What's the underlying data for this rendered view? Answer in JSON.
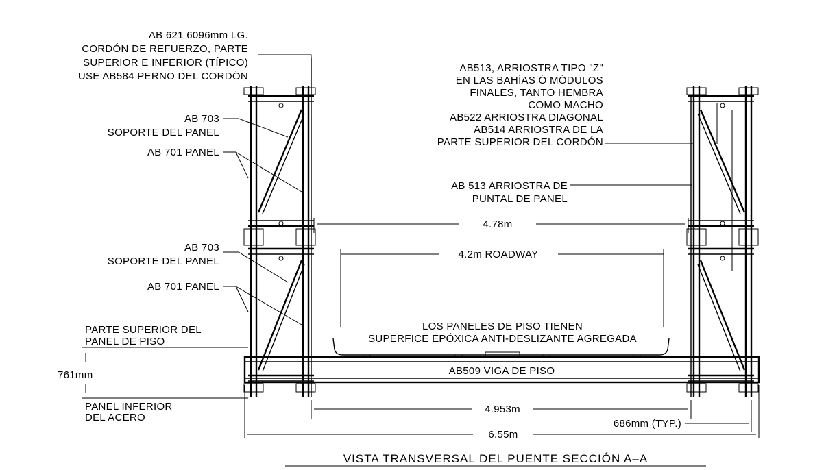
{
  "labels": {
    "ab621": [
      "AB 621 6096mm LG.",
      "CORDÓN DE REFUERZO, PARTE",
      "SUPERIOR E INFERIOR (TÍPICO)",
      "USE AB584 PERNO DEL CORDÓN"
    ],
    "ab703_top": [
      "AB 703",
      "SOPORTE DEL PANEL"
    ],
    "ab701_top": [
      "AB 701 PANEL"
    ],
    "ab703_bottom": [
      "AB 703",
      "SOPORTE DEL PANEL"
    ],
    "ab701_bottom": [
      "AB 701 PANEL"
    ],
    "deck_top": [
      "PARTE SUPERIOR DEL",
      "PANEL DE PISO"
    ],
    "deck_bottom": [
      "PANEL INFERIOR",
      "DEL ACERO"
    ],
    "height": "761mm",
    "bracing_right": [
      "AB513, ARRIOSTRA TIPO \"Z\"",
      "EN LAS BAHÍAS Ó MÓDULOS",
      "FINALES, TANTO HEMBRA",
      "COMO MACHO",
      "AB522 ARRIOSTRA DIAGONAL",
      "AB514 ARRIOSTRA DE LA",
      "PARTE SUPERIOR DEL CORDÓN"
    ],
    "ab513_strut": [
      "AB 513 ARRIOSTRA DE",
      "PUNTAL DE PANEL"
    ],
    "floor_note": [
      "LOS PANELES DE PISO TIENEN",
      "SUPERFICE EPÓXICA ANTI-DESLIZANTE AGREGADA"
    ],
    "floor_beam": "AB509 VIGA DE PISO"
  },
  "dimensions": {
    "inner_width": "4.78m",
    "roadway": "4.2m ROADWAY",
    "chord_spacing": "4.953m",
    "overall": "6.55m",
    "panel_width": "686mm (TYP.)"
  },
  "title": "VISTA TRANSVERSAL DEL PUENTE SECCIÓN A–A"
}
